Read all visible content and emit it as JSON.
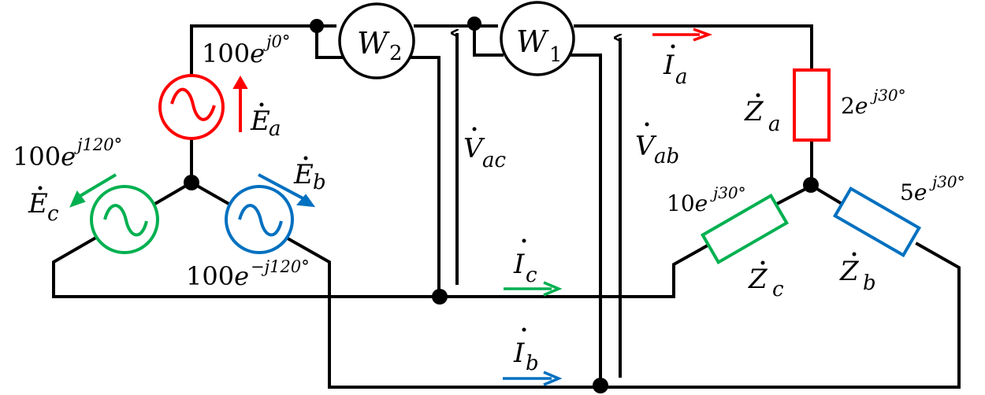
{
  "colors": {
    "phase_a": "#ff0000",
    "phase_b": "#0070c0",
    "phase_c": "#00b050",
    "wire": "#000000"
  },
  "sources": {
    "a": {
      "symbol": "E",
      "sub": "a",
      "magnitude": "100",
      "exp": "j0°"
    },
    "b": {
      "symbol": "E",
      "sub": "b",
      "magnitude": "100",
      "exp": "−j120°"
    },
    "c": {
      "symbol": "E",
      "sub": "c",
      "magnitude": "100",
      "exp": "j120°"
    }
  },
  "loads": {
    "a": {
      "symbol": "Z",
      "sub": "a",
      "magnitude": "2",
      "exp": "j30°"
    },
    "b": {
      "symbol": "Z",
      "sub": "b",
      "magnitude": "5",
      "exp": "j30°"
    },
    "c": {
      "symbol": "Z",
      "sub": "c",
      "magnitude": "10",
      "exp": "j30°"
    }
  },
  "currents": {
    "a": {
      "symbol": "I",
      "sub": "a"
    },
    "b": {
      "symbol": "I",
      "sub": "b"
    },
    "c": {
      "symbol": "I",
      "sub": "c"
    }
  },
  "voltages": {
    "ac": {
      "symbol": "V",
      "sub": "ac"
    },
    "ab": {
      "symbol": "V",
      "sub": "ab"
    }
  },
  "wattmeters": {
    "w1": {
      "symbol": "W",
      "sub": "1"
    },
    "w2": {
      "symbol": "W",
      "sub": "2"
    }
  }
}
